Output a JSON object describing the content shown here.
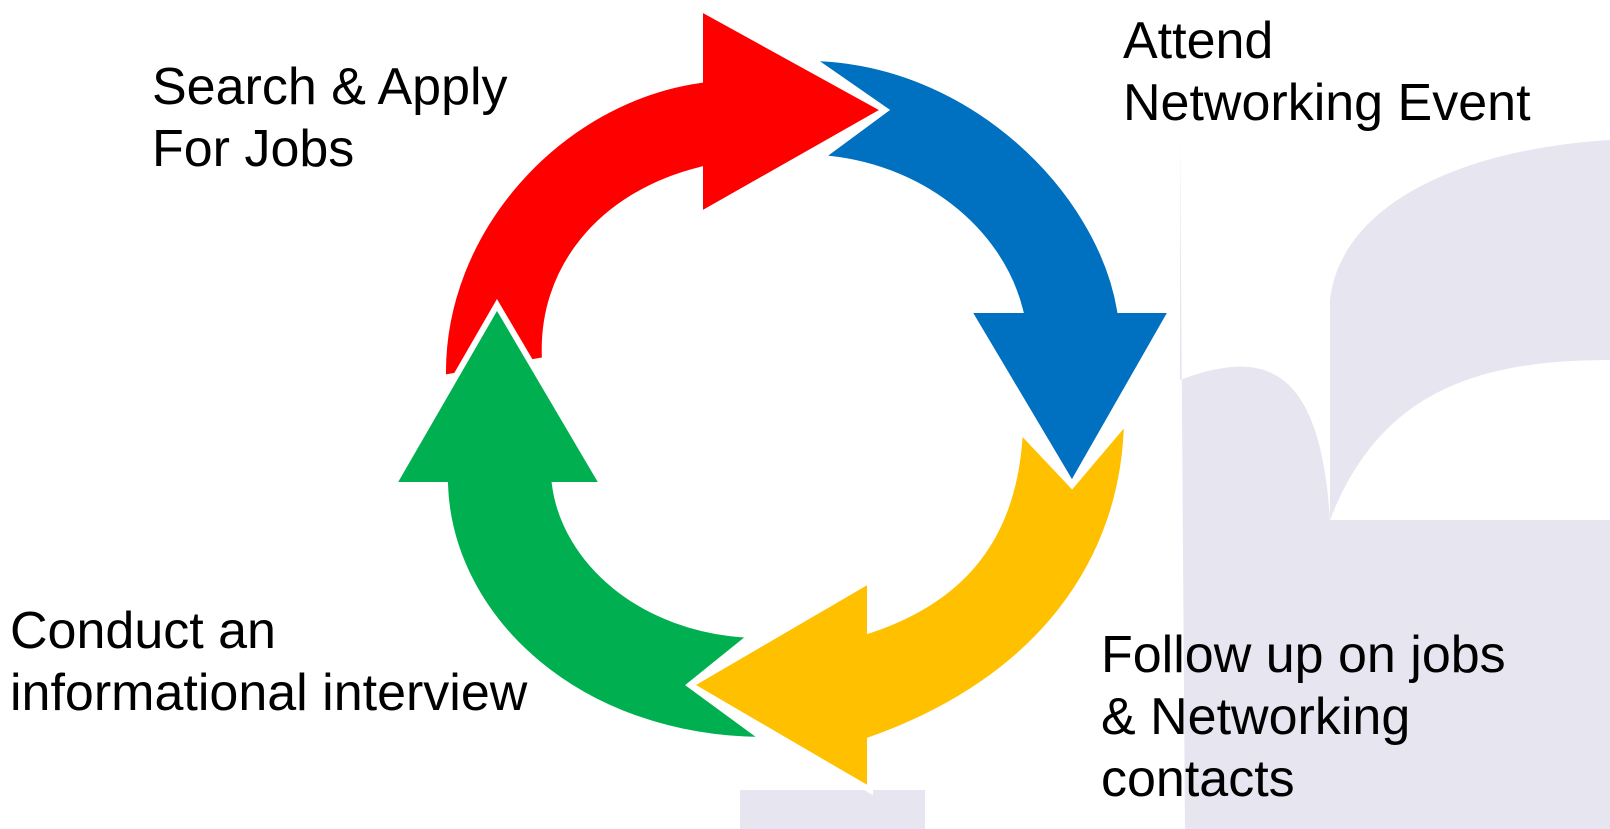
{
  "steps": [
    {
      "id": "search",
      "lines": [
        "Search & Apply",
        "For Jobs"
      ],
      "color": "#ff0000"
    },
    {
      "id": "attend",
      "lines": [
        "Attend",
        "Networking Event"
      ],
      "color": "#0070c0"
    },
    {
      "id": "follow",
      "lines": [
        "Follow up on jobs",
        "& Networking",
        "contacts"
      ],
      "color": "#ffc000"
    },
    {
      "id": "conduct",
      "lines": [
        "Conduct an",
        "informational interview"
      ],
      "color": "#00b050"
    }
  ],
  "background_shape_color": "#e6e5f0"
}
